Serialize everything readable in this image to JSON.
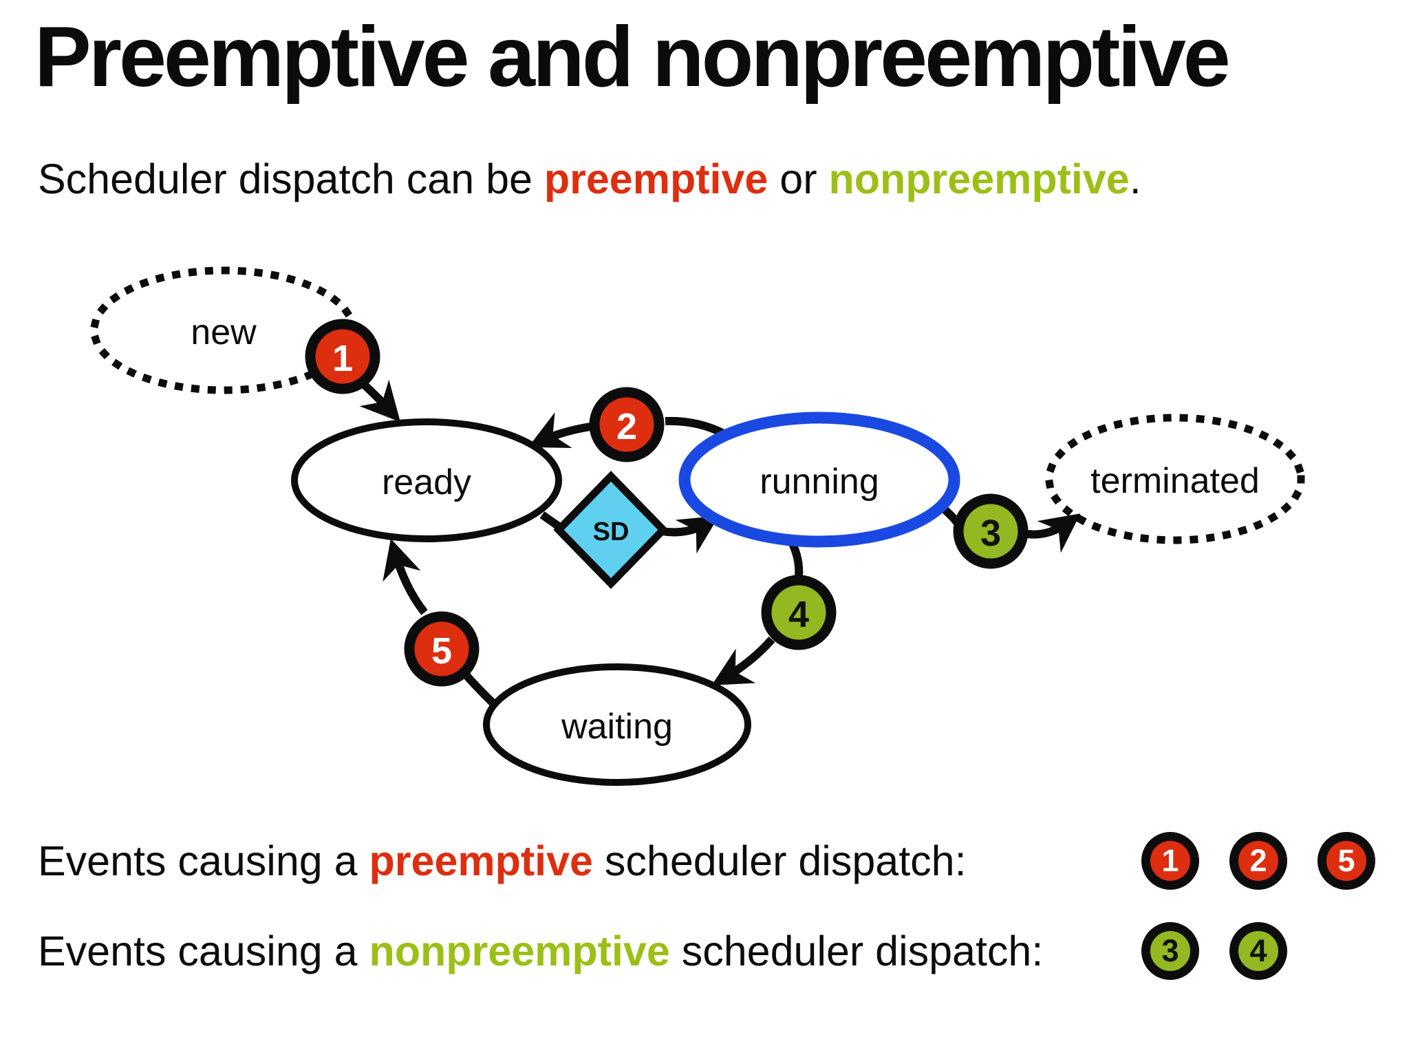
{
  "title": "Preemptive and nonpreemptive",
  "subtitle": {
    "prefix": "Scheduler dispatch can be ",
    "preemptive": "preemptive",
    "middle": " or ",
    "nonpreemptive": "nonpreemptive",
    "suffix": "."
  },
  "diagram": {
    "states": {
      "new": {
        "label": "new",
        "border": "dotted"
      },
      "ready": {
        "label": "ready",
        "border": "solid"
      },
      "running": {
        "label": "running",
        "border": "solid",
        "highlighted": true
      },
      "terminated": {
        "label": "terminated",
        "border": "dotted"
      },
      "waiting": {
        "label": "waiting",
        "border": "solid"
      }
    },
    "dispatcher": {
      "label": "SD"
    },
    "events": [
      {
        "number": "1",
        "type": "preemptive",
        "from": "new",
        "to": "ready"
      },
      {
        "number": "2",
        "type": "preemptive",
        "from": "running",
        "to": "ready"
      },
      {
        "number": "3",
        "type": "nonpreemptive",
        "from": "running",
        "to": "terminated"
      },
      {
        "number": "4",
        "type": "nonpreemptive",
        "from": "running",
        "to": "waiting"
      },
      {
        "number": "5",
        "type": "preemptive",
        "from": "waiting",
        "to": "ready"
      }
    ]
  },
  "legend": {
    "preemptive_row": {
      "prefix": "Events causing a ",
      "keyword": "preemptive",
      "suffix": " scheduler dispatch:",
      "badges": [
        "1",
        "2",
        "5"
      ]
    },
    "nonpreemptive_row": {
      "prefix": "Events causing a ",
      "keyword": "nonpreemptive",
      "suffix": " scheduler dispatch:",
      "badges": [
        "3",
        "4"
      ]
    }
  },
  "colors": {
    "preemptive_red": "#DD2E10",
    "nonpreemptive_green": "#94B821",
    "nonpreemptive_text_green": "#9CBF17",
    "running_blue": "#1A49E2",
    "dispatch_cyan": "#5FD0F0",
    "text_black": "#0C0C0C"
  }
}
